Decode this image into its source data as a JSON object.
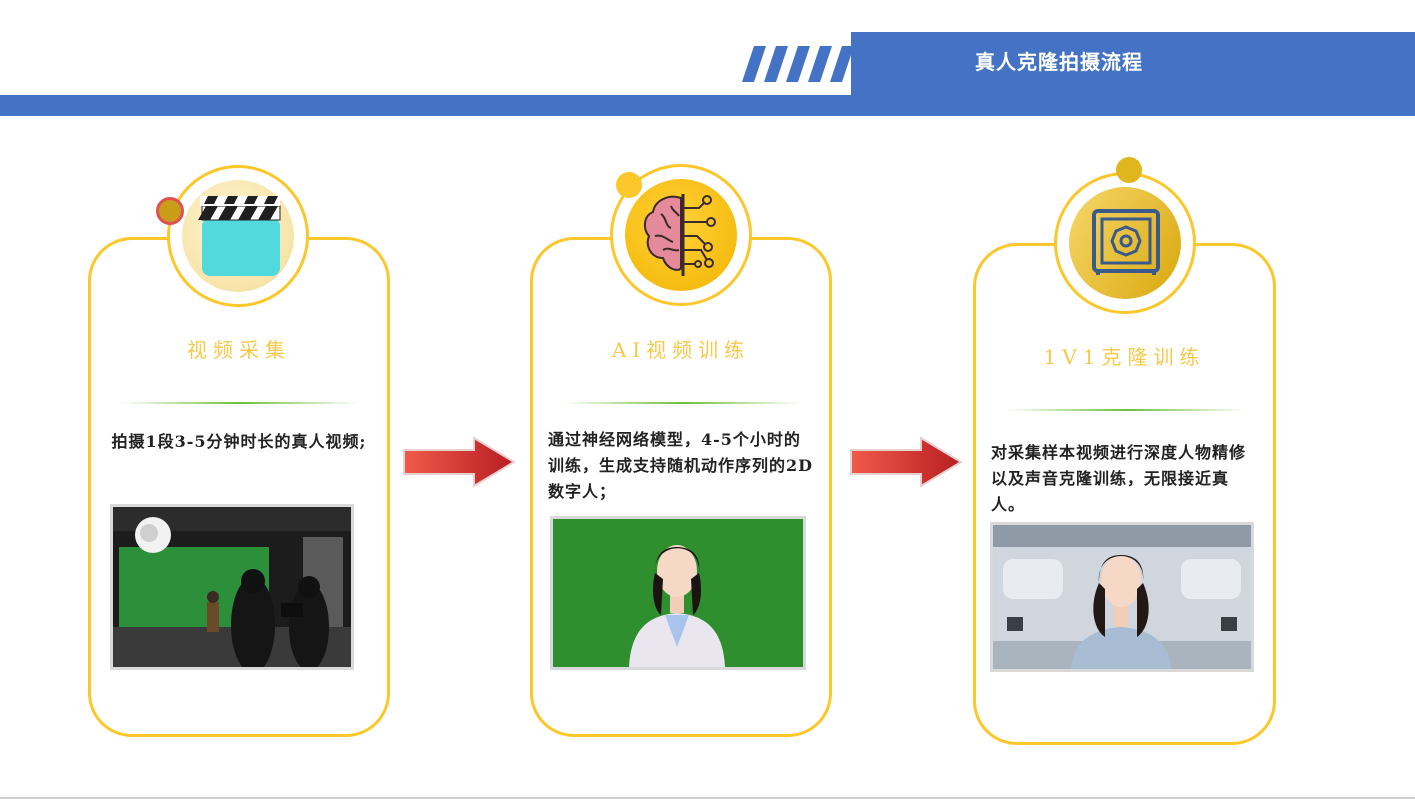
{
  "header": {
    "title": "真人克隆拍摄流程"
  },
  "steps": [
    {
      "title": "视频采集",
      "description": "拍摄1段3-5分钟时长的真人视频;",
      "icon": "clapperboard-icon"
    },
    {
      "title": "AI视频训练",
      "description": "通过神经网络模型，4-5个小时的训练，生成支持随机动作序列的2D数字人；",
      "icon": "ai-brain-icon"
    },
    {
      "title": "1V1克隆训练",
      "description": "对采集样本视频进行深度人物精修以及声音克隆训练，无限接近真人。",
      "icon": "safe-vault-icon"
    }
  ],
  "colors": {
    "brand_blue": "#4472c4",
    "accent_yellow": "#fbc72a",
    "title_yellow": "#f6c94a",
    "arrow_red": "#e0403a",
    "green_screen": "#2f8f2f"
  }
}
